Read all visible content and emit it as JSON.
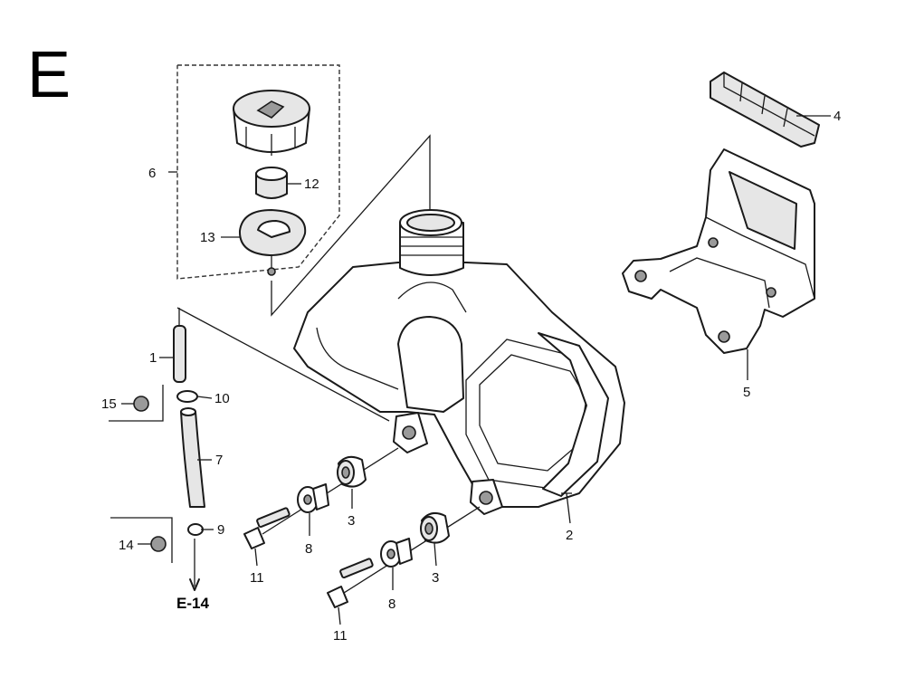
{
  "section_letter": "E",
  "reference": "E-14",
  "callouts": {
    "c1": "1",
    "c2": "2",
    "c3a": "3",
    "c3b": "3",
    "c4": "4",
    "c5": "5",
    "c6": "6",
    "c7": "7",
    "c8a": "8",
    "c8b": "8",
    "c9": "9",
    "c10": "10",
    "c11a": "11",
    "c11b": "11",
    "c12": "12",
    "c13": "13",
    "c14": "14",
    "c15": "15"
  }
}
